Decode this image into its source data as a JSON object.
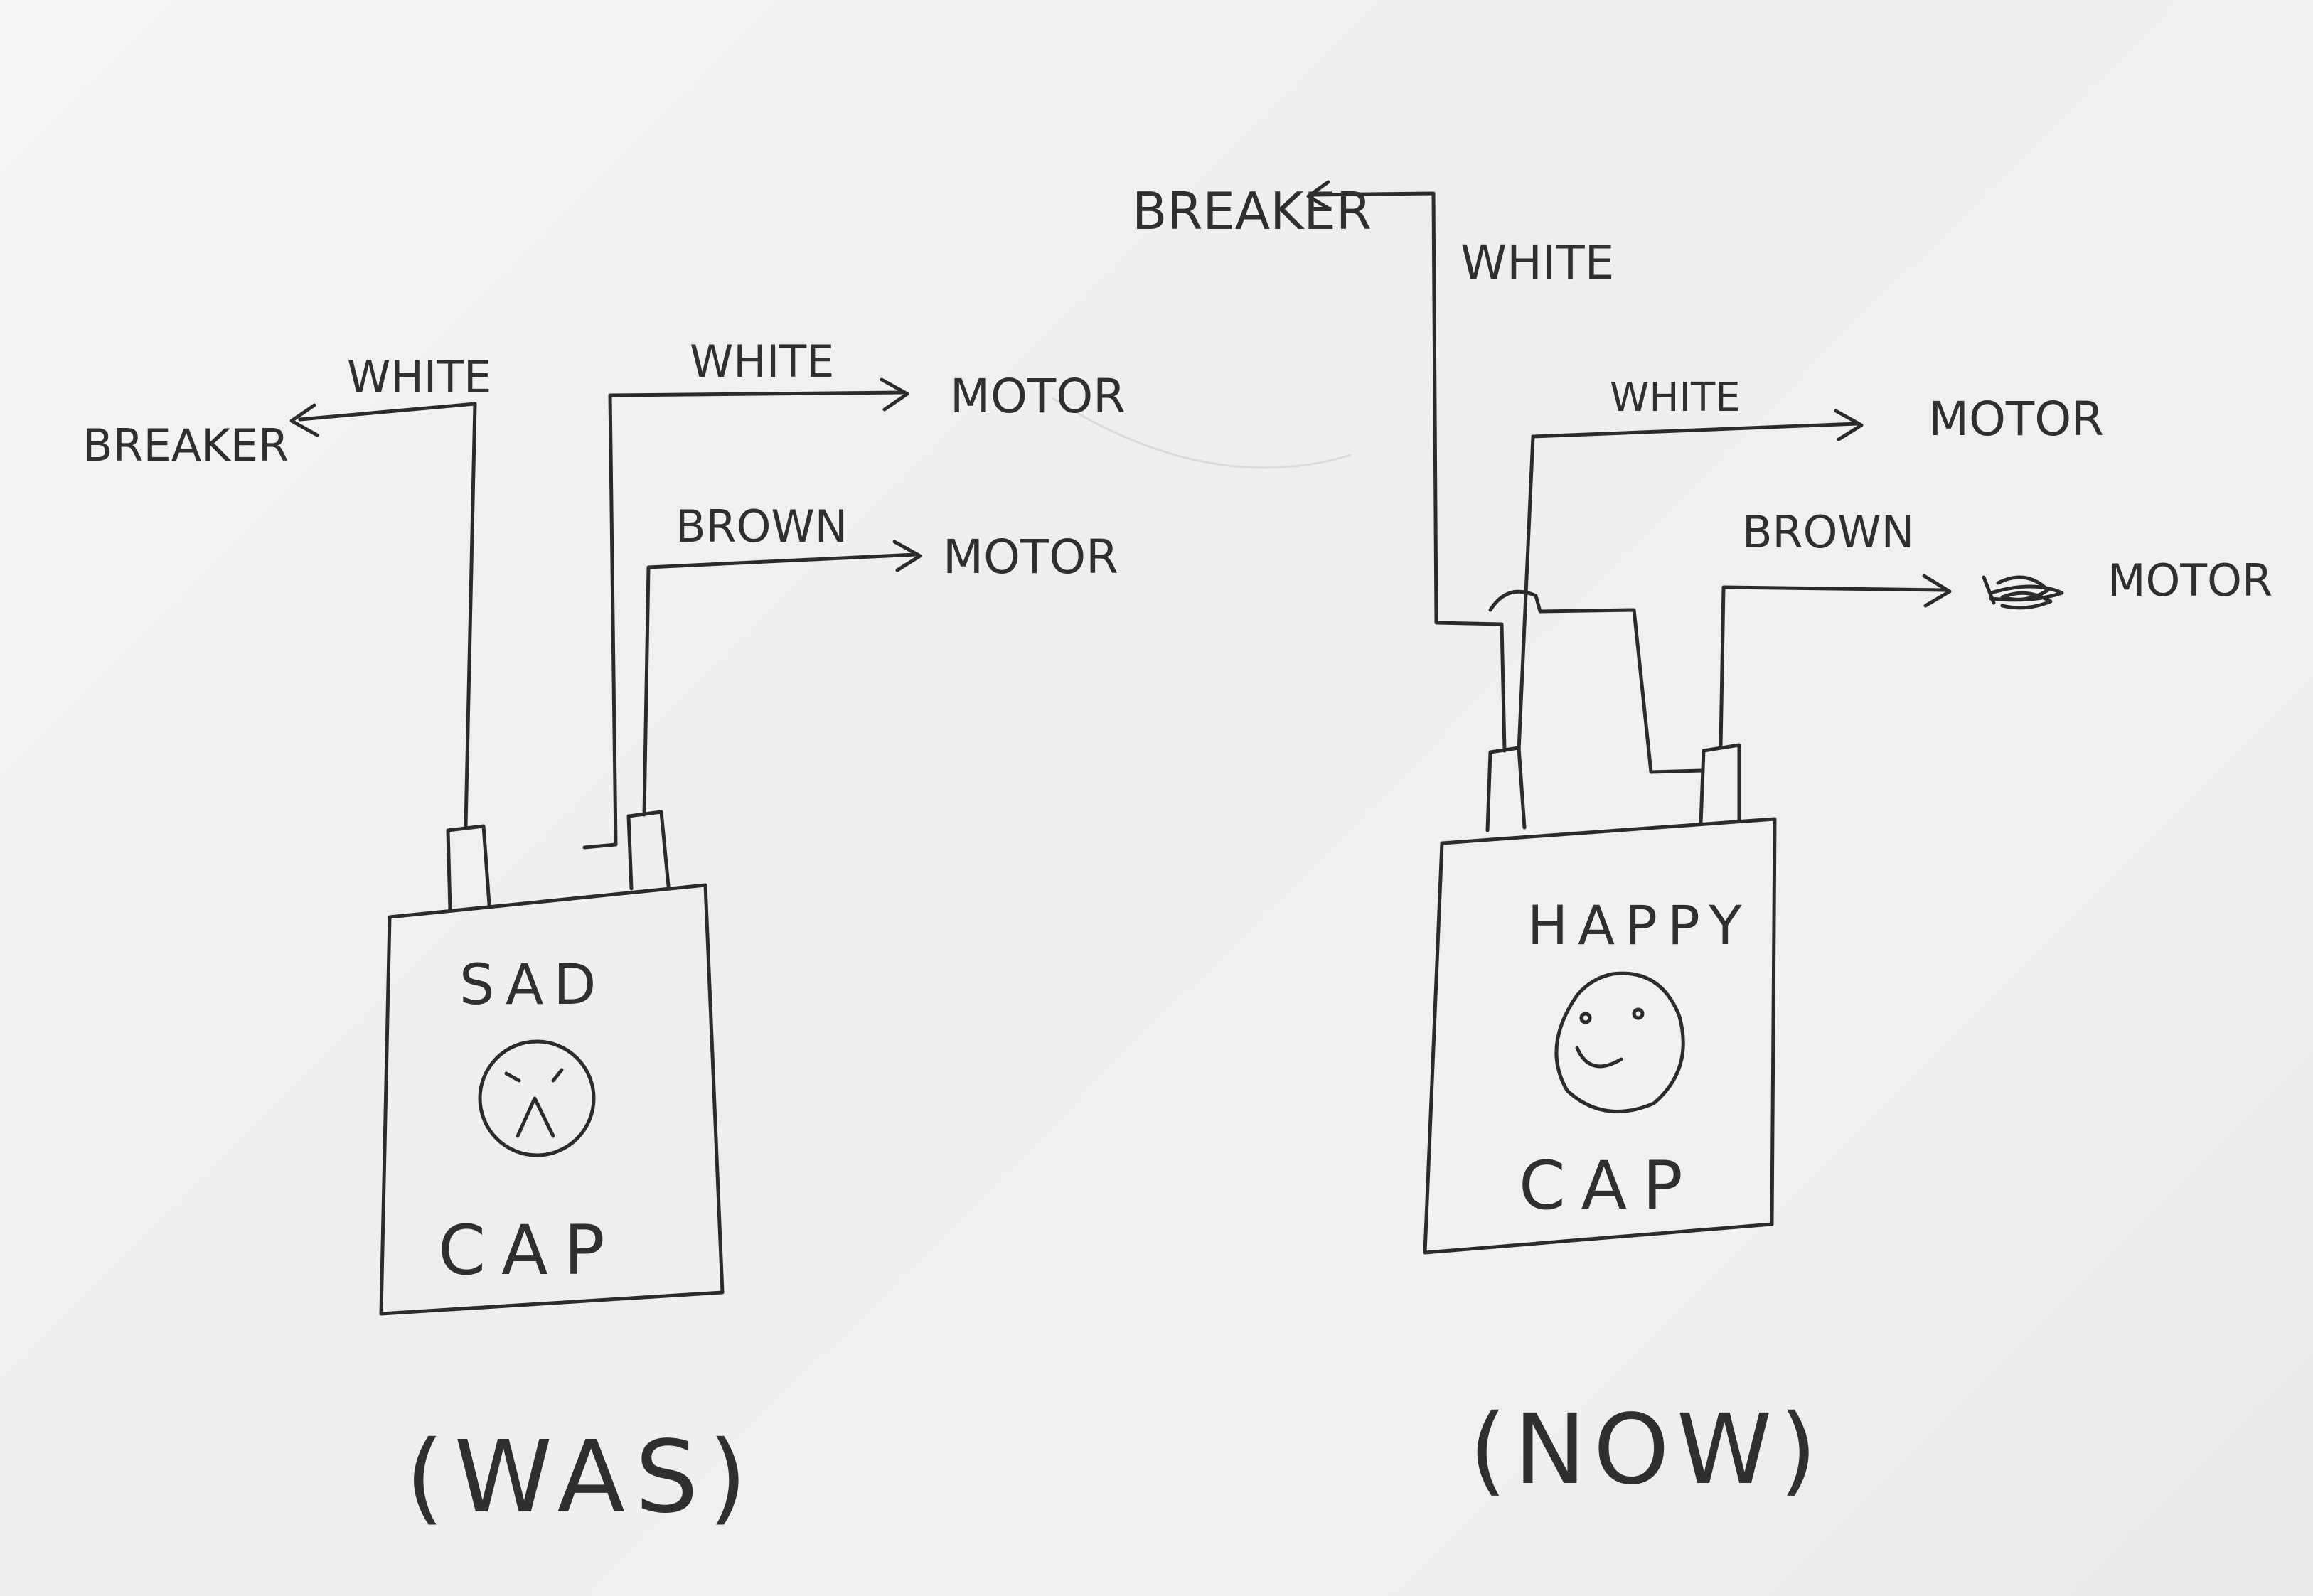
{
  "diagram": {
    "was": {
      "caption": "(WAS)",
      "cap_label_top": "SAD",
      "cap_label_bottom": "CAP",
      "face": "sad-face",
      "wires": {
        "breaker": {
          "color_label": "WHITE",
          "destination": "BREAKER"
        },
        "motor_white": {
          "color_label": "WHITE",
          "destination": "MOTOR"
        },
        "motor_brown": {
          "color_label": "BROWN",
          "destination": "MOTOR"
        }
      }
    },
    "now": {
      "caption": "(NOW)",
      "cap_label_top": "HAPPY",
      "cap_label_bottom": "CAP",
      "face": "happy-face",
      "wires": {
        "breaker": {
          "color_label": "WHITE",
          "destination": "BREAKER"
        },
        "motor_white": {
          "color_label": "WHITE",
          "destination": "MOTOR"
        },
        "motor_brown": {
          "color_label": "BROWN",
          "destination": "MOTOR"
        }
      }
    }
  },
  "colors": {
    "ink": "#2b2b2b",
    "paper": "#f2f2f0"
  }
}
